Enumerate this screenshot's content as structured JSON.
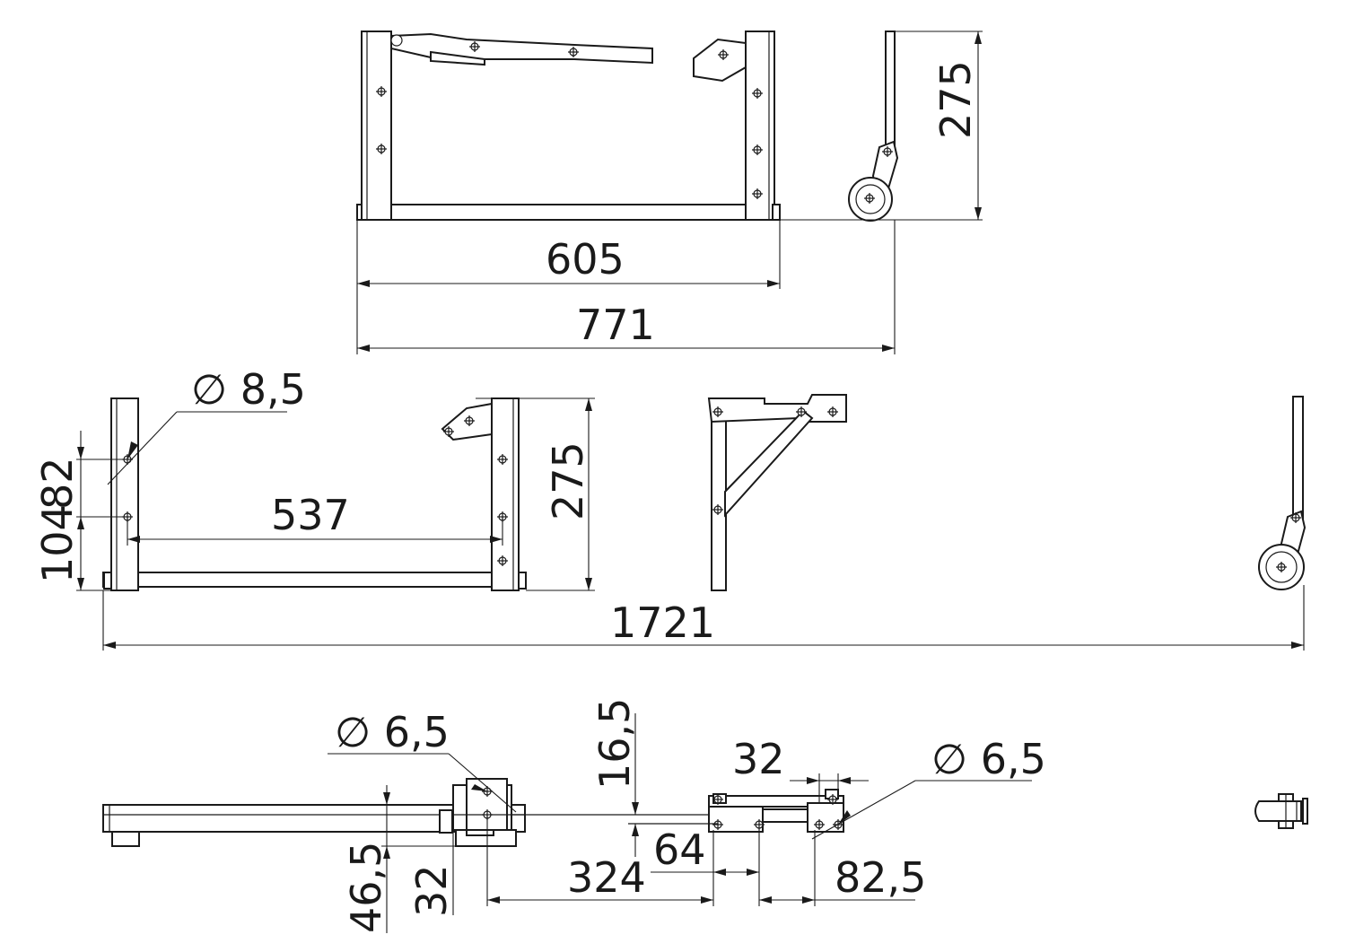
{
  "dimensions": {
    "top_height": "275",
    "top_inner_width": "605",
    "top_overall_width": "771",
    "mid_hole_diameter": "∅ 8,5",
    "mid_hole_spacing": "82",
    "mid_hole_offset": "104",
    "mid_inner_width": "537",
    "mid_height": "275",
    "mid_total_length": "1721",
    "bot_hole_diameter_left": "∅ 6,5",
    "bot_offset_16_5": "16,5",
    "bot_width_32_top": "32",
    "bot_hole_diameter_right": "∅ 6,5",
    "bot_height_46_5": "46,5",
    "bot_width_32_left": "32",
    "bot_length_324": "324",
    "bot_width_64": "64",
    "bot_offset_82_5": "82,5"
  }
}
